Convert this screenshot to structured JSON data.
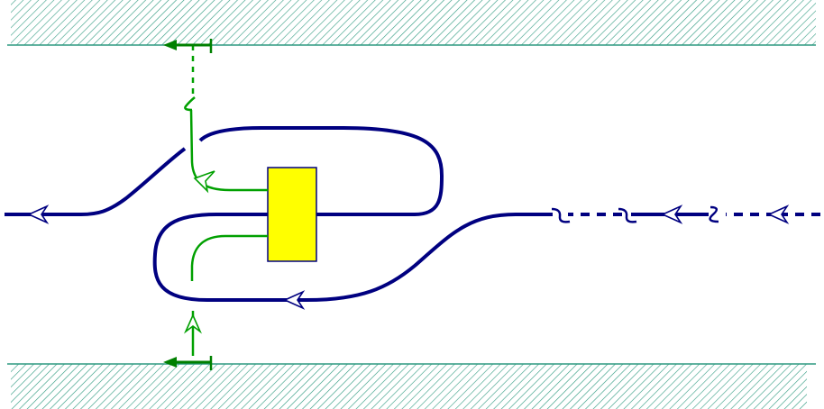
{
  "colors": {
    "background": "#ffffff",
    "hatch": "#2e9a80",
    "boundary_line": "#2e9a80",
    "main_line": "#000080",
    "branch_line": "#00a000",
    "ground_marker": "#008000",
    "device_fill": "#ffff00",
    "device_stroke": "#000080"
  },
  "diagram": {
    "elements": [
      "top-hatched-boundary",
      "bottom-hatched-boundary",
      "incoming-dashed-line",
      "main-loop-line",
      "outgoing-line",
      "central-device",
      "upper-branch-line",
      "lower-branch-line",
      "top-ground-marker",
      "bottom-ground-marker"
    ],
    "arrow_icon": "open-chevron-arrow-icon",
    "break_icon": "line-break-s-icon",
    "ground_icon": "arrow-with-bar-icon"
  }
}
